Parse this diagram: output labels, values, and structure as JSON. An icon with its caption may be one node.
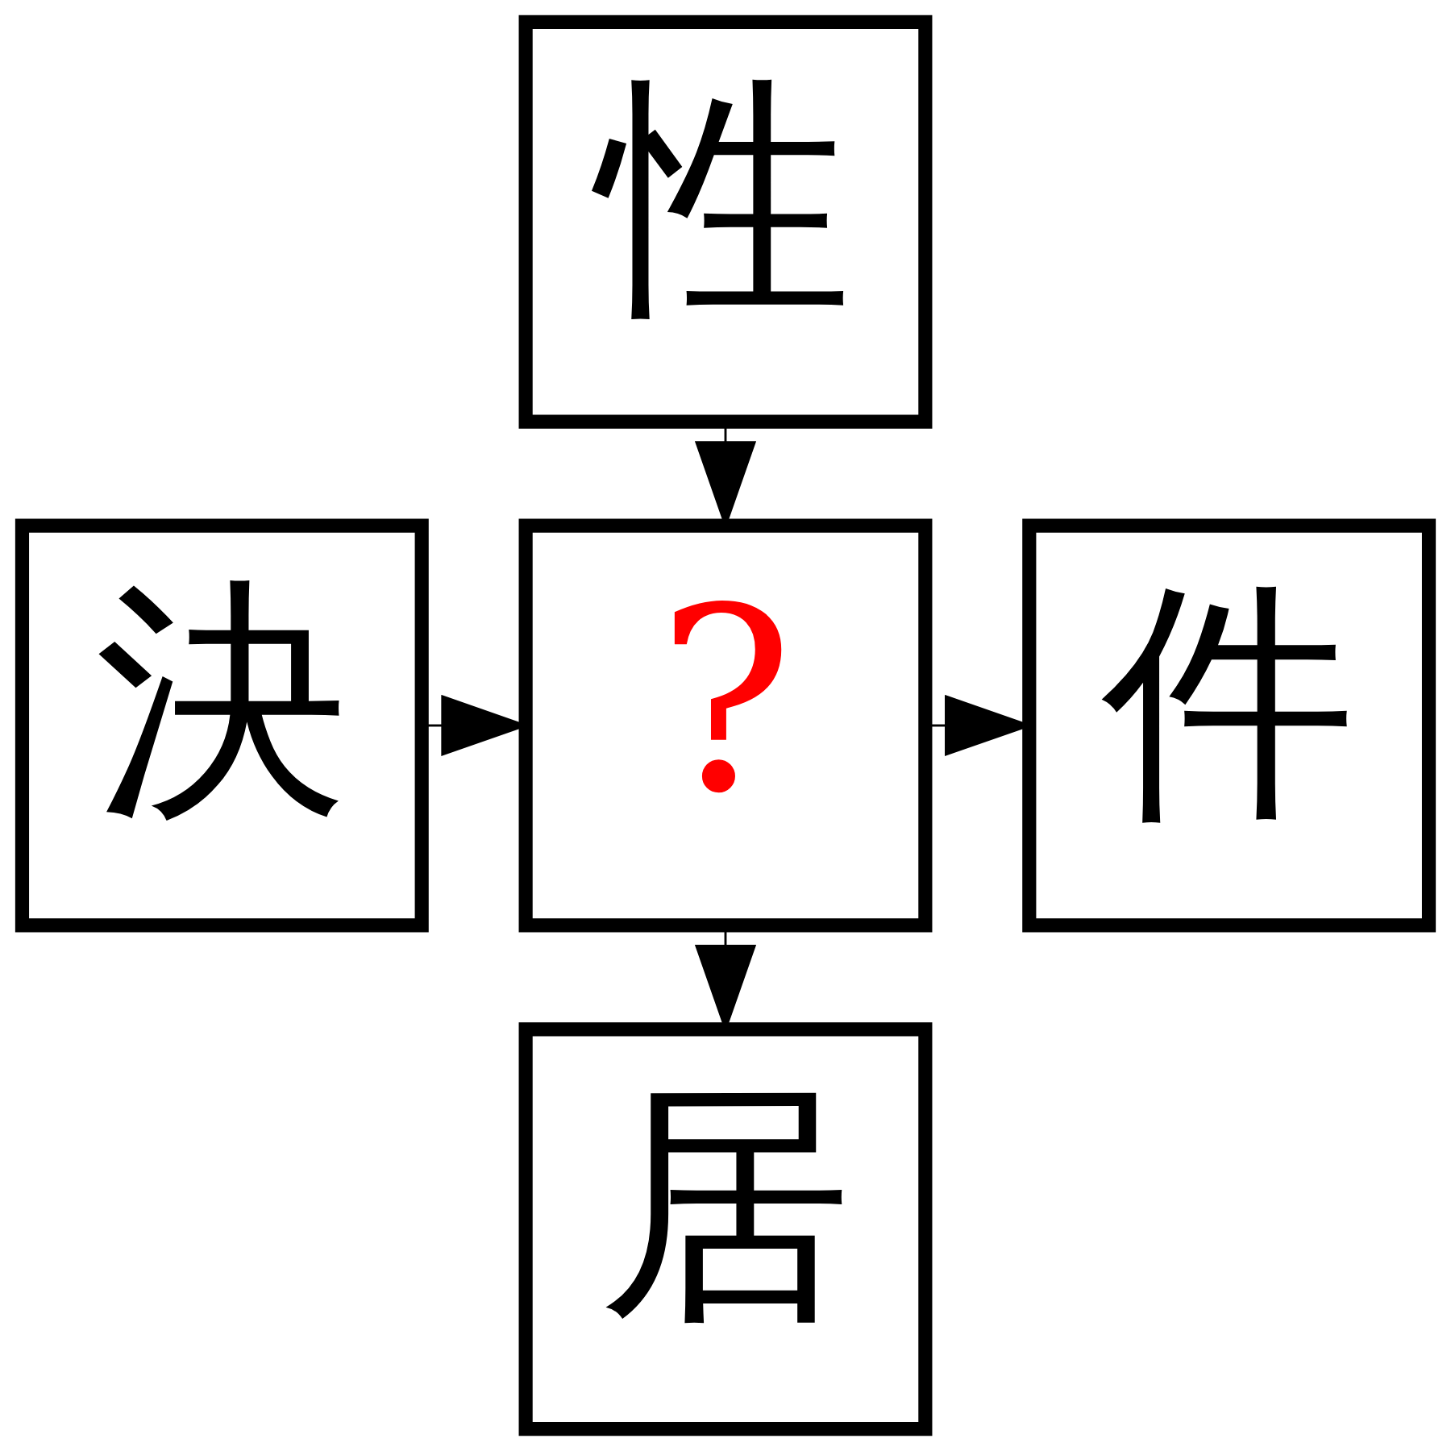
{
  "diagram": {
    "nodes": [
      {
        "text": [
          "性"
        ]
      },
      {
        "text": [
          "決"
        ]
      },
      {
        "text": [
          "?"
        ]
      },
      {
        "text": [
          "件"
        ]
      },
      {
        "text": [
          "居"
        ]
      }
    ],
    "edges": [
      {
        "from": 0,
        "to": 2,
        "arrow": "to"
      },
      {
        "from": 1,
        "to": 2,
        "arrow": "to"
      },
      {
        "from": 2,
        "to": 3,
        "arrow": "to"
      },
      {
        "from": 2,
        "to": 4,
        "arrow": "to"
      }
    ]
  }
}
